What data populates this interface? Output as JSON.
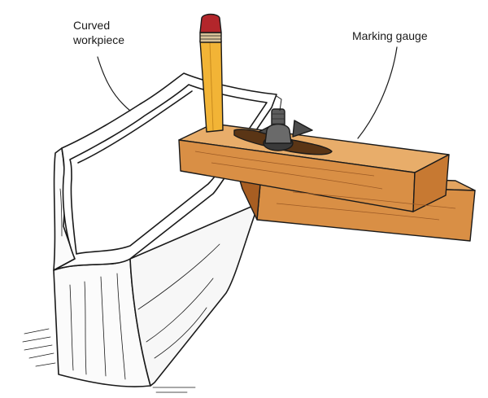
{
  "labels": {
    "curved_workpiece": {
      "line1": "Curved",
      "line2": "workpiece"
    },
    "marking_gauge": "Marking gauge"
  },
  "colors": {
    "wood_top": "#e3a460",
    "wood_front": "#d98f45",
    "wood_end": "#c77932",
    "wood_dark": "#a85e22",
    "pencil_yellow": "#f2b436",
    "pencil_eraser": "#b3262b",
    "pencil_ferrule": "#d9c39a",
    "thumbscrew": "#4d4d4d",
    "ink": "#1a1a1a"
  }
}
